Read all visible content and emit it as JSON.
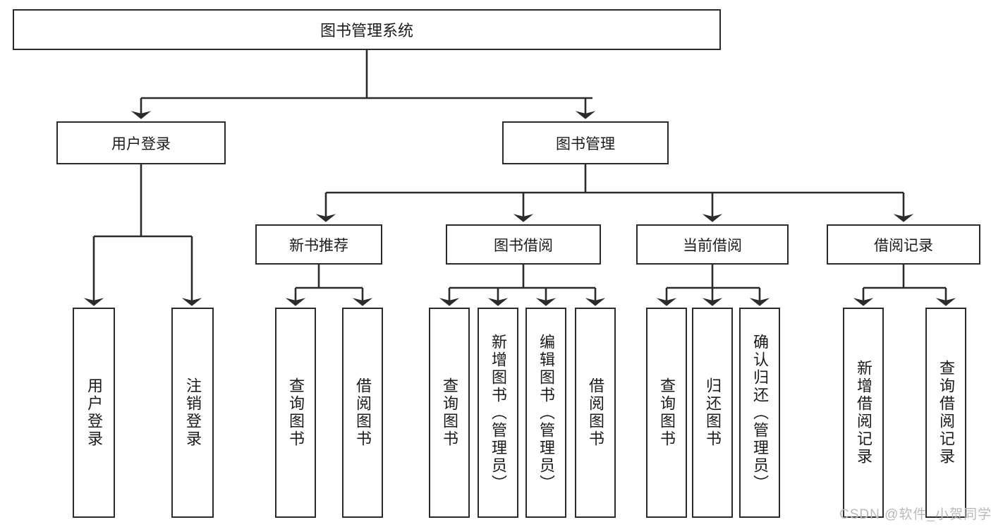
{
  "diagram": {
    "type": "tree",
    "title": "图书管理系统",
    "orientation": "top-down",
    "colors": {
      "box_border": "#2b2b2b",
      "box_fill": "#ffffff",
      "connector": "#2b2b2b",
      "text": "#1b1b1b",
      "watermark": "#b9b9b9"
    },
    "root": {
      "label": "图书管理系统"
    },
    "level1": [
      {
        "label": "用户登录"
      },
      {
        "label": "图书管理"
      }
    ],
    "level2": [
      {
        "label": "新书推荐"
      },
      {
        "label": "图书借阅"
      },
      {
        "label": "当前借阅"
      },
      {
        "label": "借阅记录"
      }
    ],
    "leaves": {
      "user_login": [
        {
          "label": "用户登录"
        },
        {
          "label": "注销登录"
        }
      ],
      "new_book_recommend": [
        {
          "label": "查询图书"
        },
        {
          "label": "借阅图书"
        }
      ],
      "book_borrow": [
        {
          "label": "查询图书"
        },
        {
          "label": "新增图书（管理员）"
        },
        {
          "label": "编辑图书（管理员）"
        },
        {
          "label": "借阅图书"
        }
      ],
      "current_borrow": [
        {
          "label": "查询图书"
        },
        {
          "label": "归还图书"
        },
        {
          "label": "确认归还（管理员）"
        }
      ],
      "borrow_record": [
        {
          "label": "新增借阅记录"
        },
        {
          "label": "查询借阅记录"
        }
      ]
    }
  },
  "watermark": {
    "text": "CSDN @软件_小贺同学"
  }
}
